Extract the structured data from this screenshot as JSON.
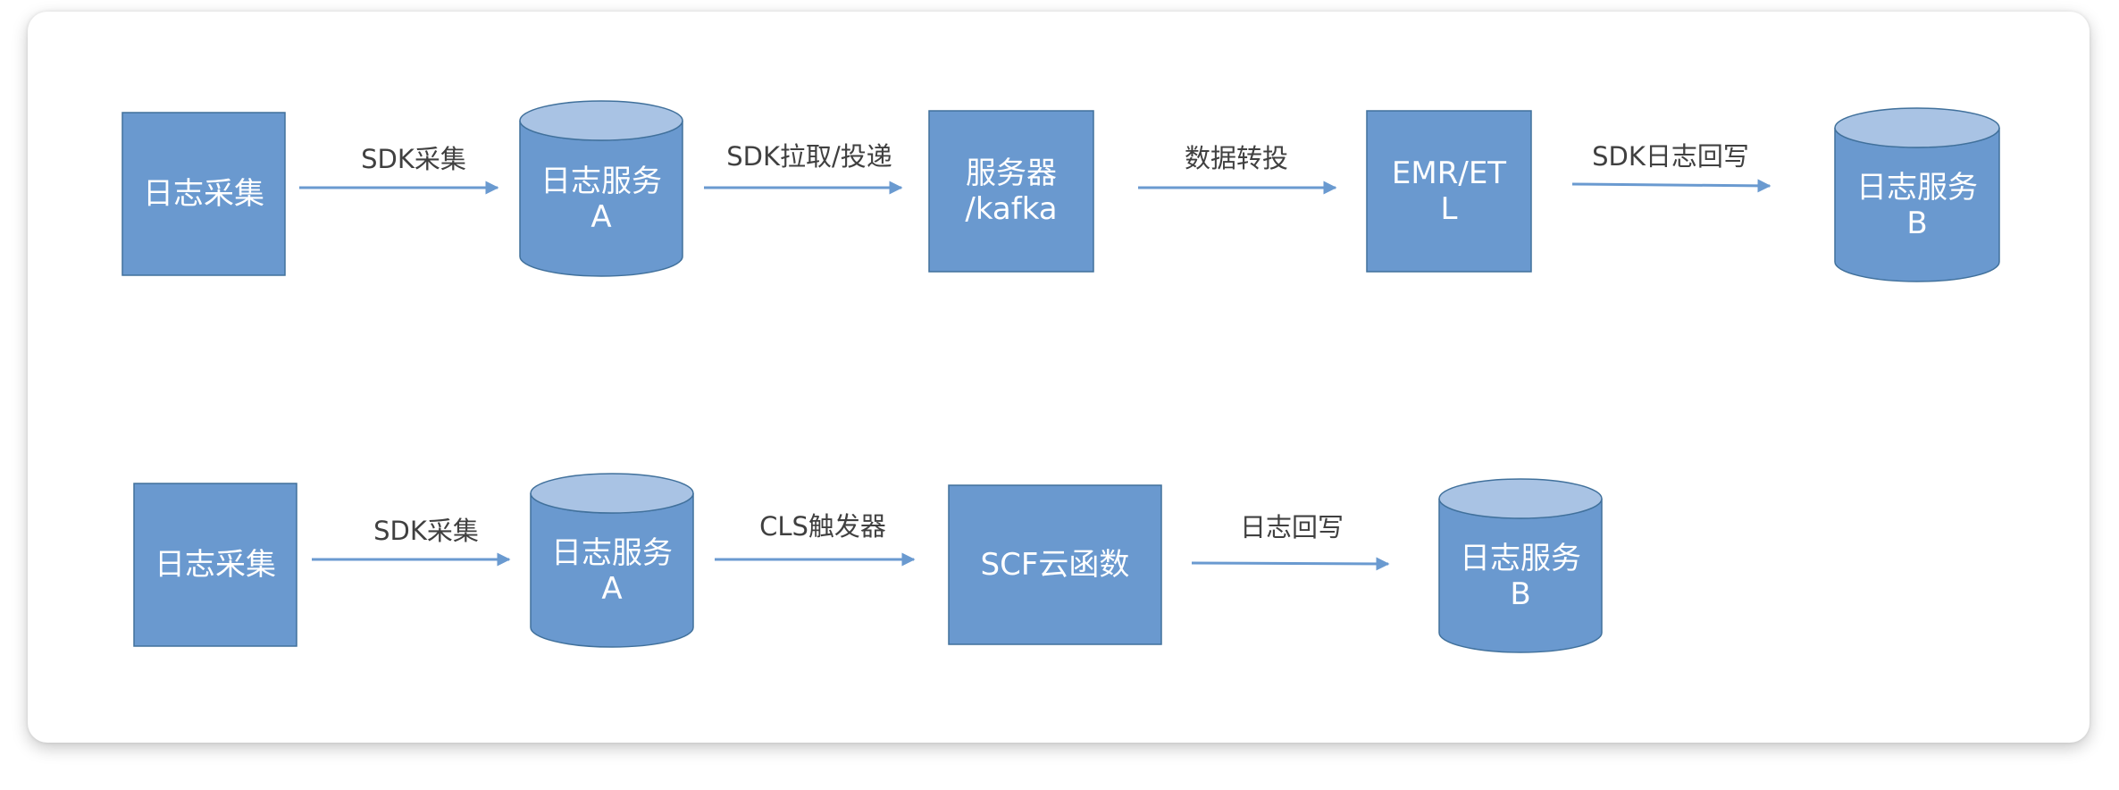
{
  "colors": {
    "box_fill": "#6a99cf",
    "box_stroke": "#41719c",
    "cylinder_top": "#a9c3e4",
    "arrow": "#6a9ad0",
    "label_text": "#404040",
    "node_text": "#ffffff"
  },
  "flow1": {
    "nodes": [
      {
        "id": "log-collect-1",
        "shape": "rect",
        "lines": [
          "日志采集"
        ]
      },
      {
        "id": "log-service-a-1",
        "shape": "cylinder",
        "lines": [
          "日志服务",
          "A"
        ]
      },
      {
        "id": "server-kafka",
        "shape": "rect",
        "lines": [
          "服务器",
          "/kafka"
        ]
      },
      {
        "id": "emr-etl",
        "shape": "rect",
        "lines": [
          "EMR/ET",
          "L"
        ]
      },
      {
        "id": "log-service-b-1",
        "shape": "cylinder",
        "lines": [
          "日志服务",
          "B"
        ]
      }
    ],
    "edges": [
      {
        "label": "SDK采集"
      },
      {
        "label": "SDK拉取/投递"
      },
      {
        "label": "数据转投"
      },
      {
        "label": "SDK日志回写"
      }
    ]
  },
  "flow2": {
    "nodes": [
      {
        "id": "log-collect-2",
        "shape": "rect",
        "lines": [
          "日志采集"
        ]
      },
      {
        "id": "log-service-a-2",
        "shape": "cylinder",
        "lines": [
          "日志服务",
          "A"
        ]
      },
      {
        "id": "scf-function",
        "shape": "rect",
        "lines": [
          "SCF云函数"
        ]
      },
      {
        "id": "log-service-b-2",
        "shape": "cylinder",
        "lines": [
          "日志服务",
          "B"
        ]
      }
    ],
    "edges": [
      {
        "label": "SDK采集"
      },
      {
        "label": "CLS触发器"
      },
      {
        "label": "日志回写"
      }
    ]
  }
}
